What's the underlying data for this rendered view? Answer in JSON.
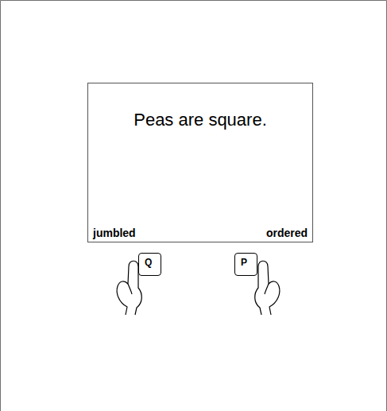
{
  "diagram": {
    "nodes": [
      {
        "text": [
          "Peas are square.",
          "jumbled",
          "ordered"
        ]
      },
      {
        "text": [
          "Q"
        ]
      },
      {
        "text": [
          "P"
        ]
      }
    ]
  }
}
